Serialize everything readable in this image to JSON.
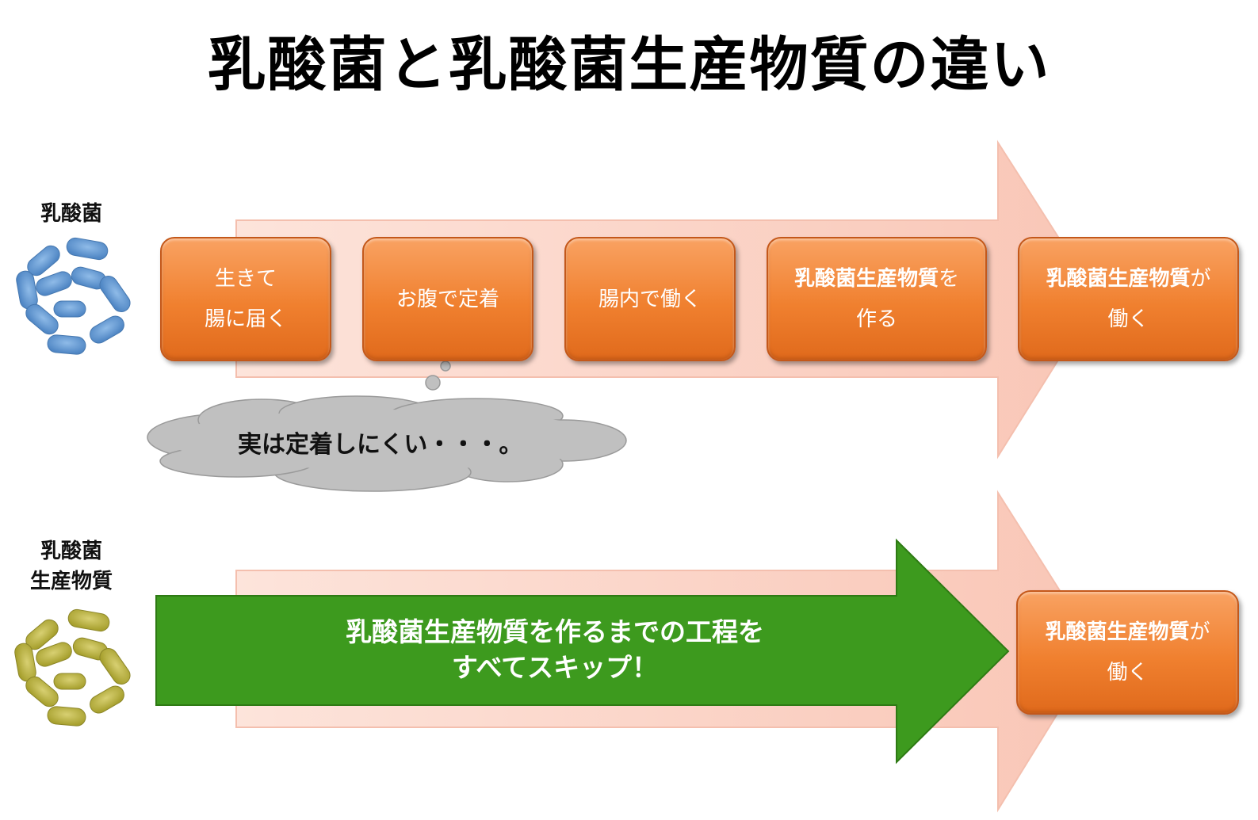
{
  "title": "乳酸菌と乳酸菌生産物質の違い",
  "rows": [
    {
      "label_lines": [
        "乳酸菌"
      ],
      "bacteria_color": "#5a93cf",
      "steps": [
        {
          "bold": "",
          "lines": [
            "生きて",
            "腸に届く"
          ]
        },
        {
          "bold": "",
          "lines": [
            "お腹で定着"
          ]
        },
        {
          "bold": "",
          "lines": [
            "腸内で働く"
          ]
        },
        {
          "bold": "乳酸菌生産物質",
          "lines": [
            "を",
            "作る"
          ]
        },
        {
          "bold": "乳酸菌生産物質",
          "lines": [
            "が",
            "働く"
          ]
        }
      ],
      "thought_bubble": "実は定着しにくい・・・。"
    },
    {
      "label_lines": [
        "乳酸菌",
        "生産物質"
      ],
      "bacteria_color": "#b7b13e",
      "skip_arrow_lines": [
        "乳酸菌生産物質を作るまでの工程を",
        "すべてスキップ！"
      ],
      "steps": [
        {
          "bold": "乳酸菌生産物質",
          "lines": [
            "が",
            "働く"
          ]
        }
      ]
    }
  ],
  "colors": {
    "big_arrow": "#fbd3c6",
    "step_box": "#f0802f",
    "skip_arrow": "#3d9a1e",
    "cloud": "#c0c0c0"
  }
}
